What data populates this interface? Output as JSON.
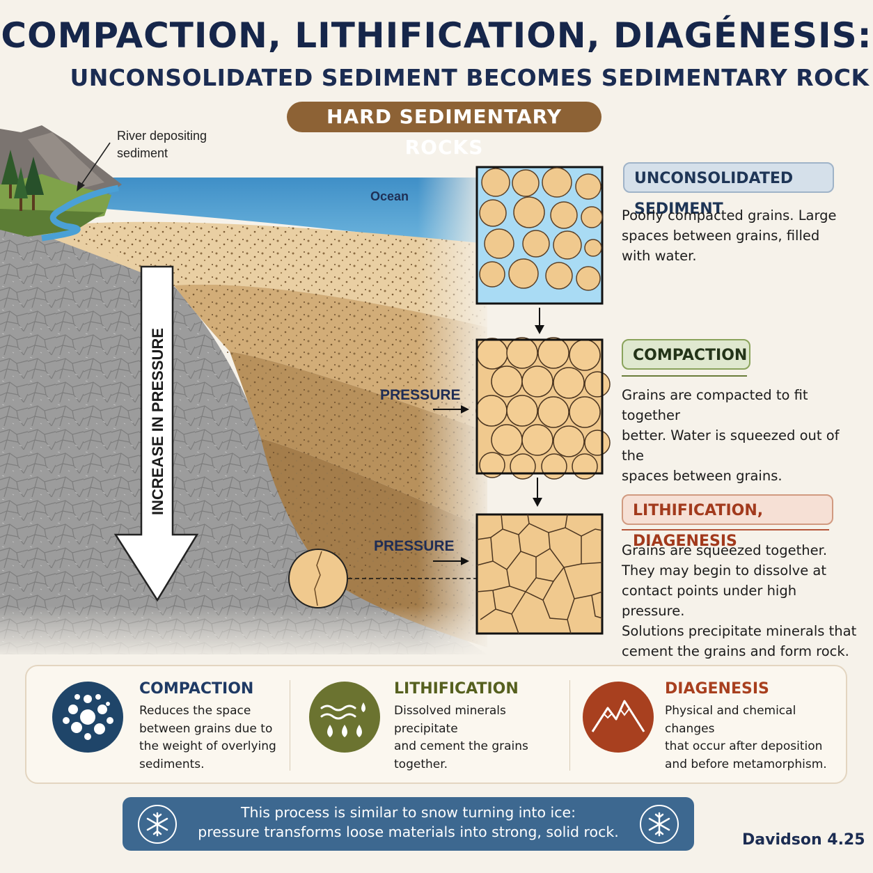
{
  "title": "COMPACTION, LITHIFICATION, DIAGÉNESIS:",
  "subtitle": "UNCONSOLIDATED SEDIMENT BECOMES SEDIMENTARY ROCK",
  "tag": "HARD SEDIMENTARY ROCKS",
  "scene": {
    "river_label_1": "River depositing",
    "river_label_2": "sediment",
    "ocean_label": "Ocean",
    "pressure_arrow_label": "INCREASE IN PRESSURE",
    "pressure_label_1": "PRESSURE",
    "pressure_label_2": "PRESSURE"
  },
  "stages": [
    {
      "title": "UNCONSOLIDATED SEDIMENT",
      "desc": [
        "Poorly compacted grains. Large",
        "spaces between grains, filled",
        "with water."
      ]
    },
    {
      "title": "COMPACTION",
      "desc": [
        "Grains are compacted to fit together",
        "better. Water is squeezed out of the",
        "spaces between grains."
      ]
    },
    {
      "title": "LITHIFICATION, DIAGENESIS",
      "desc": [
        "Grains are squeezed together.",
        "They may begin to dissolve at",
        "contact points under high pressure.",
        "Solutions precipitate minerals that",
        "cement the grains and form rock."
      ]
    }
  ],
  "summary": [
    {
      "title": "COMPACTION",
      "icon": "grains-icon",
      "color": "#1f4569",
      "text": [
        "Reduces the space",
        "between grains due to",
        "the weight of overlying",
        "sediments."
      ]
    },
    {
      "title": "LITHIFICATION",
      "icon": "water-drops-icon",
      "color": "#6b7330",
      "text": [
        "Dissolved minerals precipitate",
        "and cement the grains",
        "together."
      ]
    },
    {
      "title": "DIAGENESIS",
      "icon": "mountain-icon",
      "color": "#a8401f",
      "text": [
        "Physical and chemical changes",
        "that occur after deposition",
        "and before metamorphism."
      ]
    }
  ],
  "banner": {
    "line1": "This process is similar to snow turning into ice:",
    "line2": "pressure transforms loose materials into strong, solid rock."
  },
  "credit": "Davidson 4.25",
  "colors": {
    "navy": "#16264a",
    "sand": "#f0c98e",
    "water": "#9fd3ee",
    "tag": "#8d6235"
  }
}
